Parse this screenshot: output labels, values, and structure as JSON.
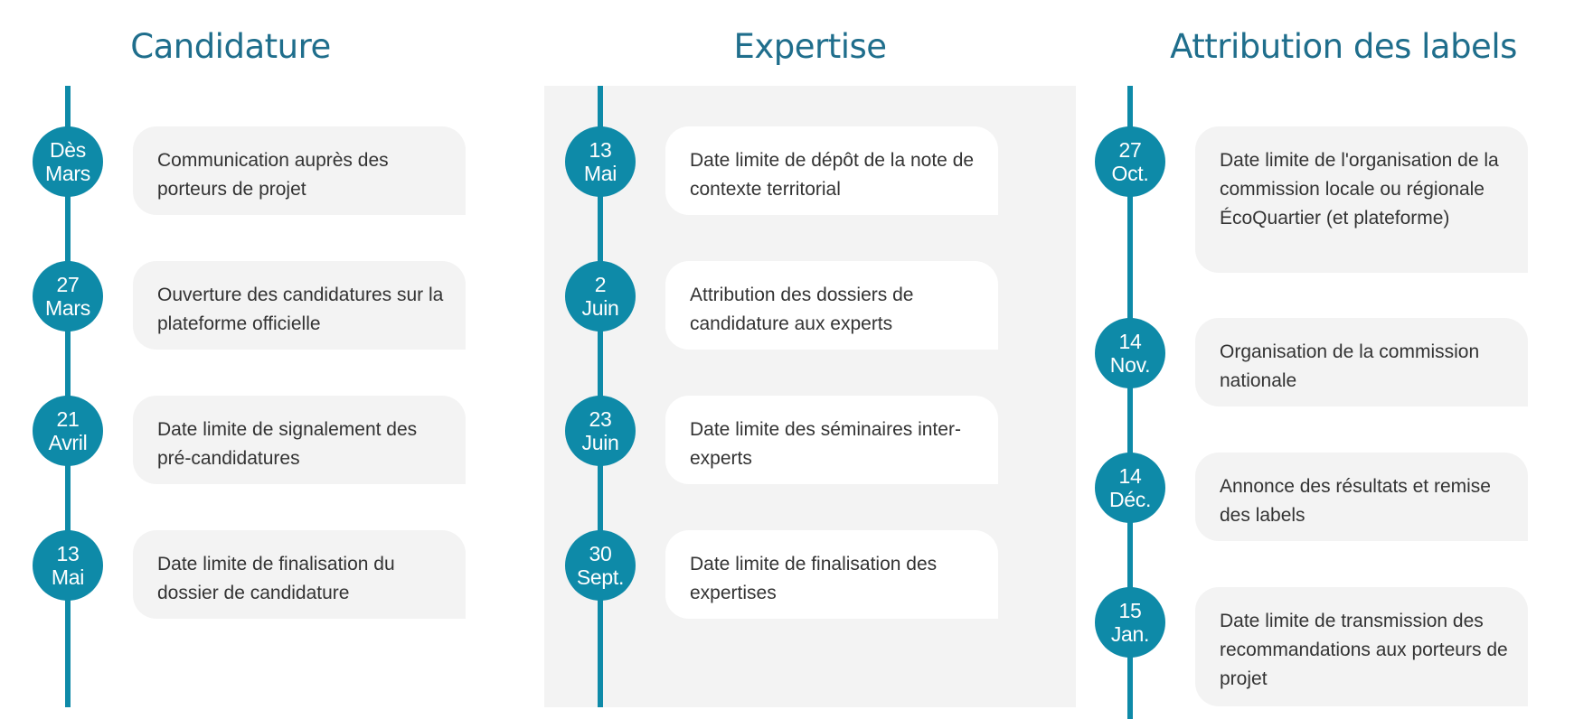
{
  "columns": [
    {
      "title": "Candidature",
      "events": [
        {
          "date_top": "Dès",
          "date_bottom": "Mars",
          "text": "Communication auprès des porteurs de projet"
        },
        {
          "date_top": "27",
          "date_bottom": "Mars",
          "text": "Ouverture des candidatures sur la plateforme officielle"
        },
        {
          "date_top": "21",
          "date_bottom": "Avril",
          "text": "Date limite de signalement des pré-candidatures"
        },
        {
          "date_top": "13",
          "date_bottom": "Mai",
          "text": "Date limite de finalisation du dossier de candidature"
        }
      ]
    },
    {
      "title": "Expertise",
      "events": [
        {
          "date_top": "13",
          "date_bottom": "Mai",
          "text": "Date limite de dépôt de la note de contexte territorial"
        },
        {
          "date_top": "2",
          "date_bottom": "Juin",
          "text": "Attribution des dossiers de candidature aux experts"
        },
        {
          "date_top": "23",
          "date_bottom": "Juin",
          "text": "Date limite des séminaires inter-experts"
        },
        {
          "date_top": "30",
          "date_bottom": "Sept.",
          "text": "Date limite de finalisation des expertises"
        }
      ]
    },
    {
      "title": "Attribution des labels",
      "events": [
        {
          "date_top": "27",
          "date_bottom": "Oct.",
          "text": "Date limite de l'organisation de la commission locale ou régionale ÉcoQuartier (et plateforme)"
        },
        {
          "date_top": "14",
          "date_bottom": "Nov.",
          "text": "Organisation de la commission nationale"
        },
        {
          "date_top": "14",
          "date_bottom": "Déc.",
          "text": "Annonce des résultats et remise des labels"
        },
        {
          "date_top": "15",
          "date_bottom": "Jan.",
          "text": "Date limite de transmission des recommandations aux porteurs de projet"
        }
      ]
    }
  ],
  "colors": {
    "accent": "#0e8aa8",
    "title": "#1f6e8c",
    "card": "#f3f3f3",
    "band": "#f3f3f3"
  }
}
